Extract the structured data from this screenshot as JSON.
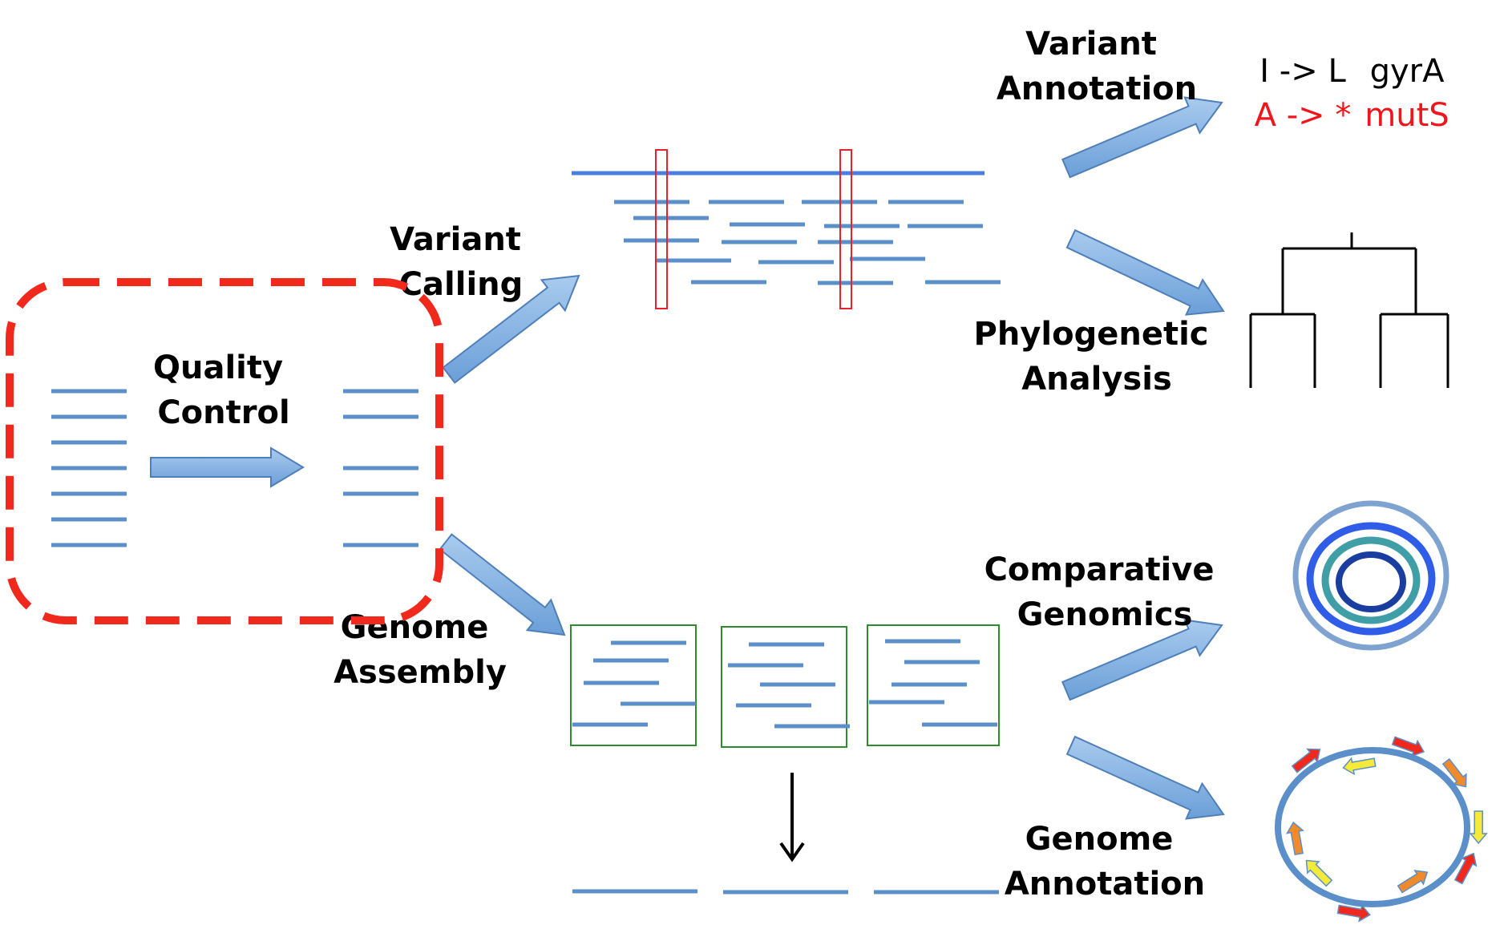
{
  "colors": {
    "read": "#5b8fc9",
    "reference": "#4a7fe0",
    "qc_highlight": "#f0291c",
    "variant_box": "#e8212a",
    "contig_box": "#2e8b2e",
    "arrow_fill": "#7eaee0",
    "arrow_stroke": "#4f7fb8",
    "mut_normal": "#000000",
    "mut_red": "#f0151c"
  },
  "labels": {
    "quality_control": [
      "Quality",
      "Control"
    ],
    "variant_calling": [
      "Variant",
      "Calling"
    ],
    "genome_assembly": [
      "Genome",
      "Assembly"
    ],
    "variant_annotation": [
      "Variant",
      "Annotation"
    ],
    "phylogenetic_analysis": [
      "Phylogenetic",
      "Analysis"
    ],
    "comparative_genomics": [
      "Comparative",
      "Genomics"
    ],
    "genome_annotation": [
      "Genome",
      "Annotation"
    ]
  },
  "mutations": [
    {
      "change": "I -> L",
      "gene": "gyrA",
      "color": "#000000"
    },
    {
      "change": "A -> *",
      "gene": "mutS",
      "color": "#f0151c"
    }
  ],
  "icons": {
    "tree": "phylogenetic-tree-icon",
    "rings": "genome-comparison-rings-icon",
    "annotation": "annotated-circular-genome-icon",
    "down_arrow": "down-arrow-icon"
  }
}
